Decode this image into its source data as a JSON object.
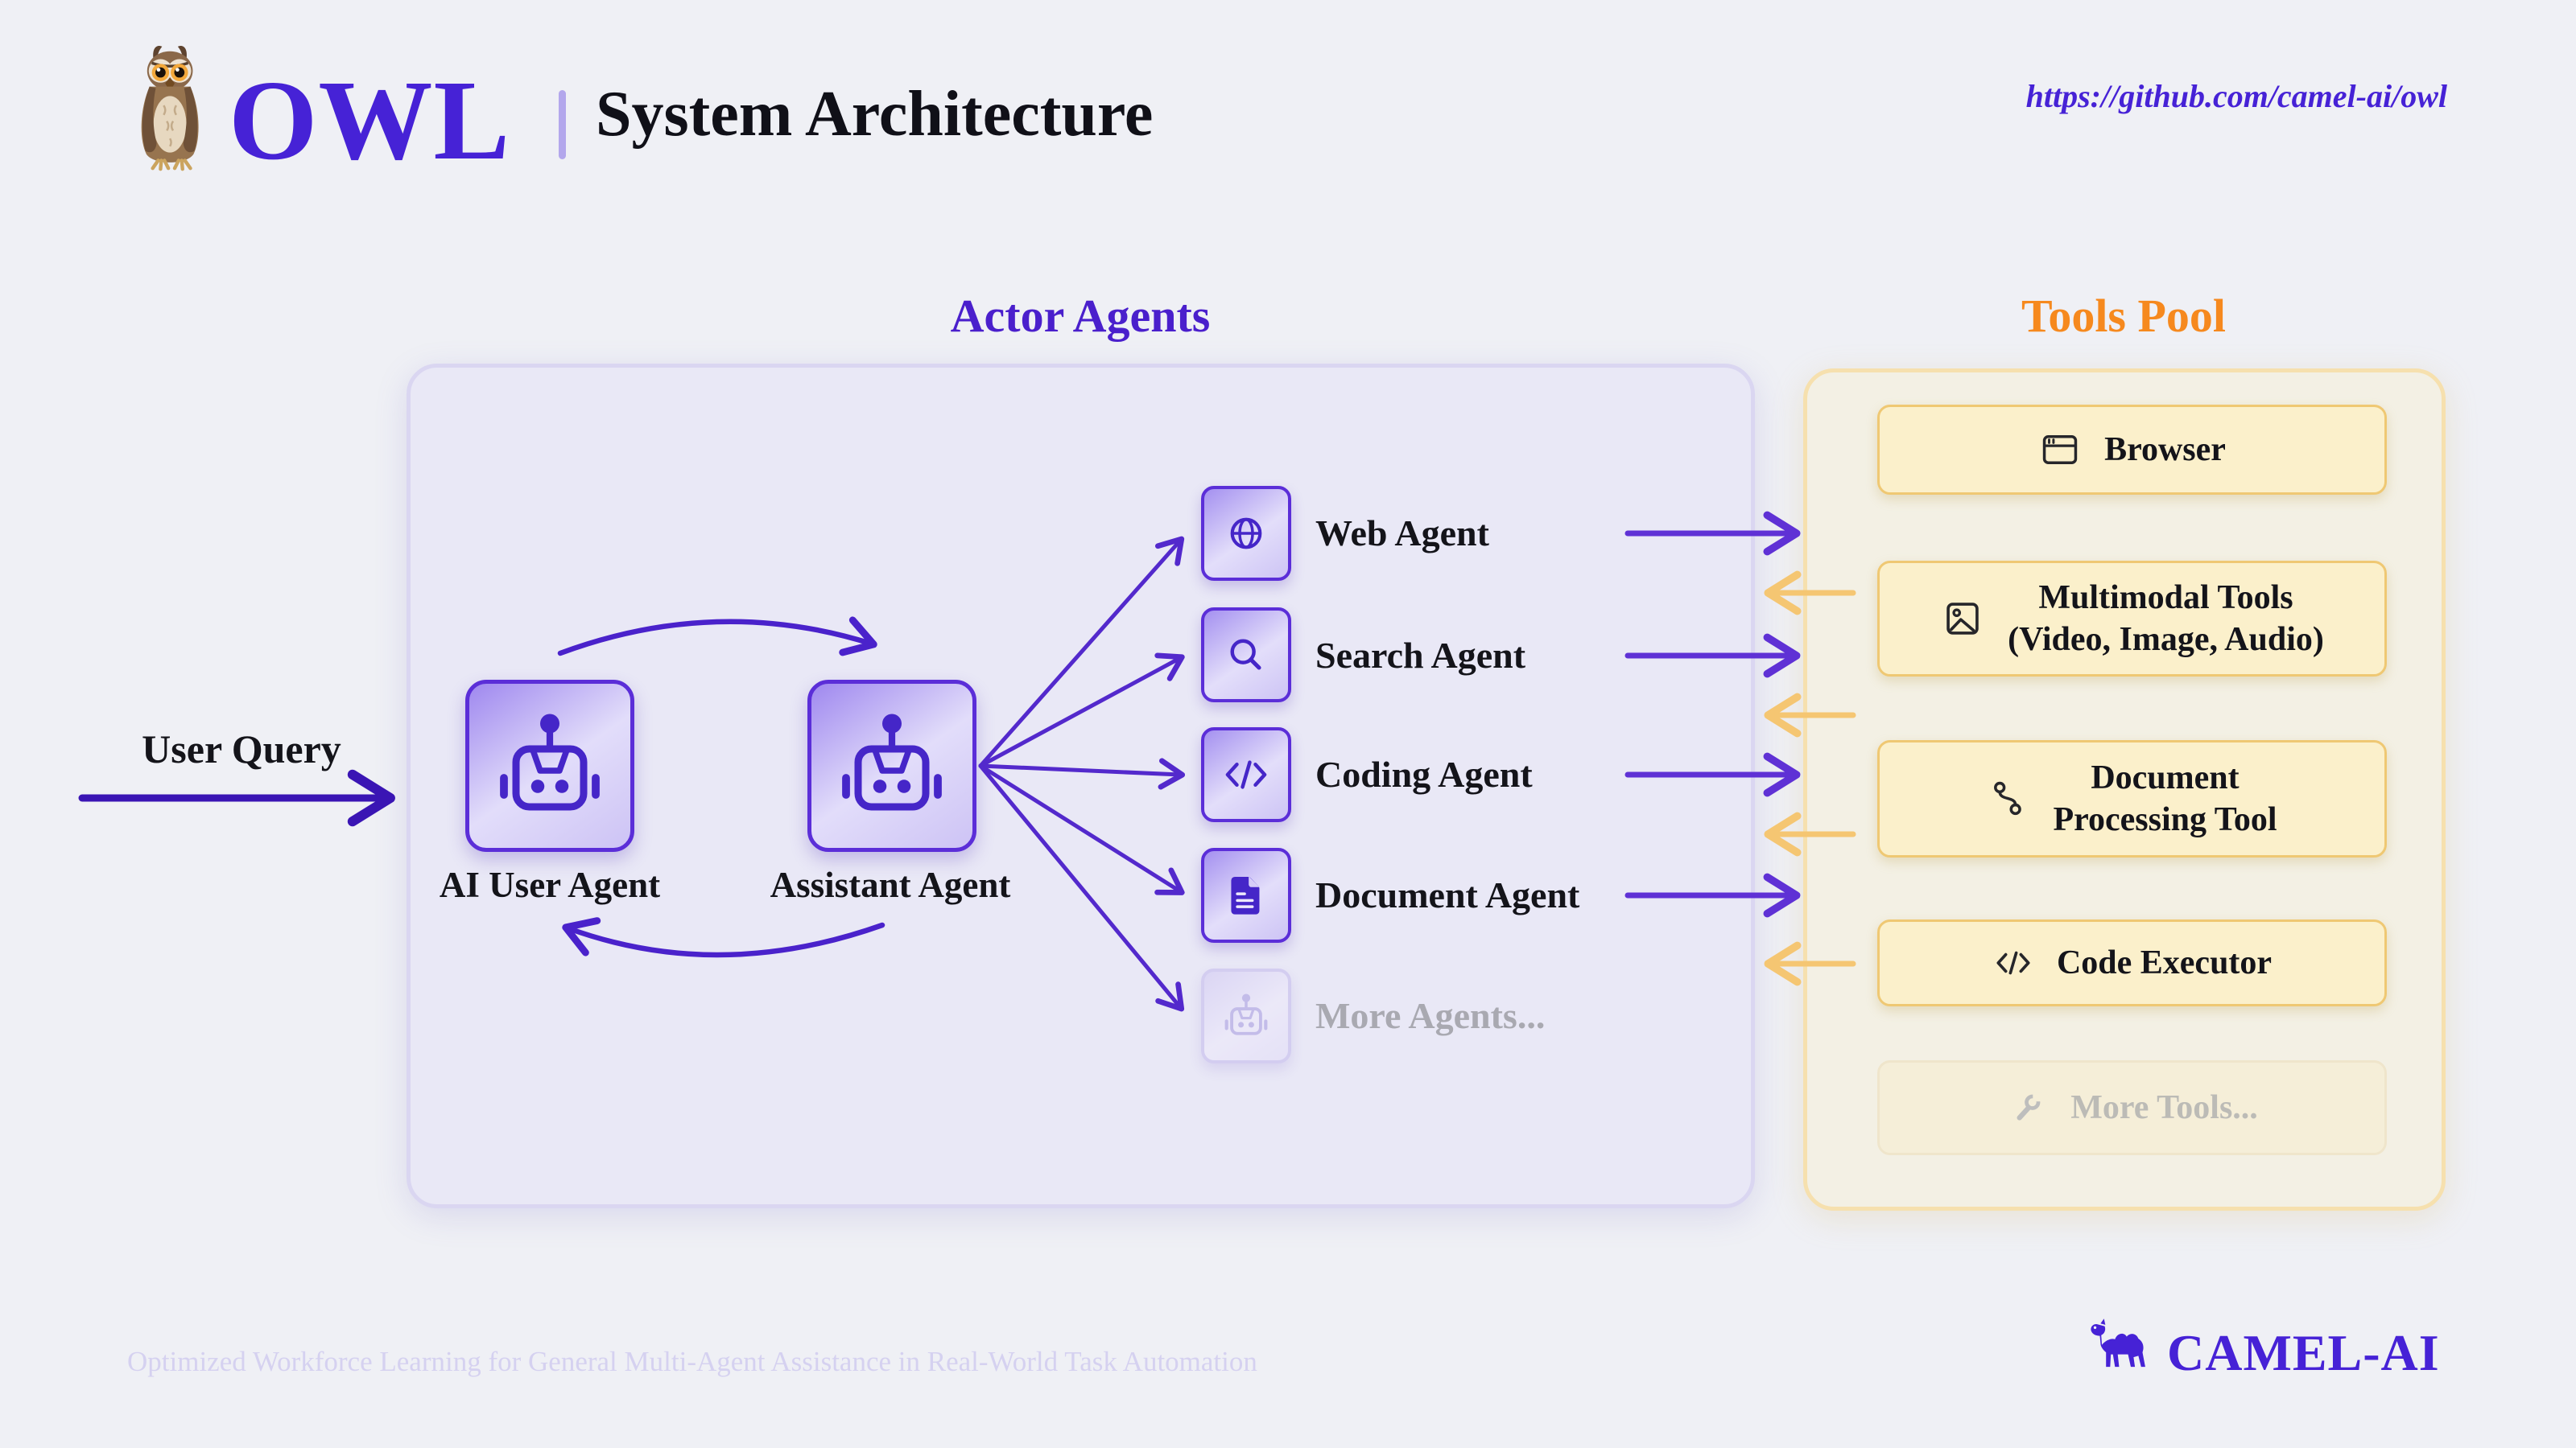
{
  "header": {
    "logo": "OWL",
    "title": "System Architecture",
    "url": "https://github.com/camel-ai/owl",
    "logo_icon": "owl-icon"
  },
  "actors": {
    "title": "Actor Agents",
    "user_query": "User Query",
    "core": [
      {
        "label": "AI User Agent",
        "icon": "robot-icon"
      },
      {
        "label": "Assistant Agent",
        "icon": "robot-icon"
      }
    ],
    "agents": [
      {
        "label": "Web Agent",
        "icon": "globe-icon"
      },
      {
        "label": "Search Agent",
        "icon": "search-icon"
      },
      {
        "label": "Coding Agent",
        "icon": "code-icon"
      },
      {
        "label": "Document Agent",
        "icon": "document-icon"
      },
      {
        "label": "More Agents...",
        "icon": "robot-icon",
        "muted": true
      }
    ]
  },
  "tools": {
    "title": "Tools Pool",
    "cards": [
      {
        "label": "Browser",
        "icon": "browser-icon"
      },
      {
        "label": "Multimodal Tools",
        "sublabel": "(Video, Image, Audio)",
        "icon": "image-icon"
      },
      {
        "label": "Document",
        "sublabel": "Processing Tool",
        "icon": "route-icon"
      },
      {
        "label": "Code Executor",
        "icon": "code-icon"
      },
      {
        "label": "More Tools...",
        "icon": "wrench-icon",
        "muted": true
      }
    ]
  },
  "footer": {
    "tagline": "Optimized Workforce Learning for General Multi-Agent Assistance in Real-World Task Automation",
    "brand": "CAMEL-AI",
    "brand_icon": "camel-icon"
  },
  "colors": {
    "background": "#EFF0F5",
    "purple_brand": "#4622D6",
    "purple_heading": "#4A1FCC",
    "purple_arrow": "#5F31D5",
    "purple_dark_arrow": "#3A15B4",
    "orange_heading": "#F6891E",
    "yellow_arrow": "#F5C672",
    "actor_panel": "#E9E8F6",
    "tools_panel": "#F3F0E4",
    "tool_card": "#FBF0CB"
  }
}
